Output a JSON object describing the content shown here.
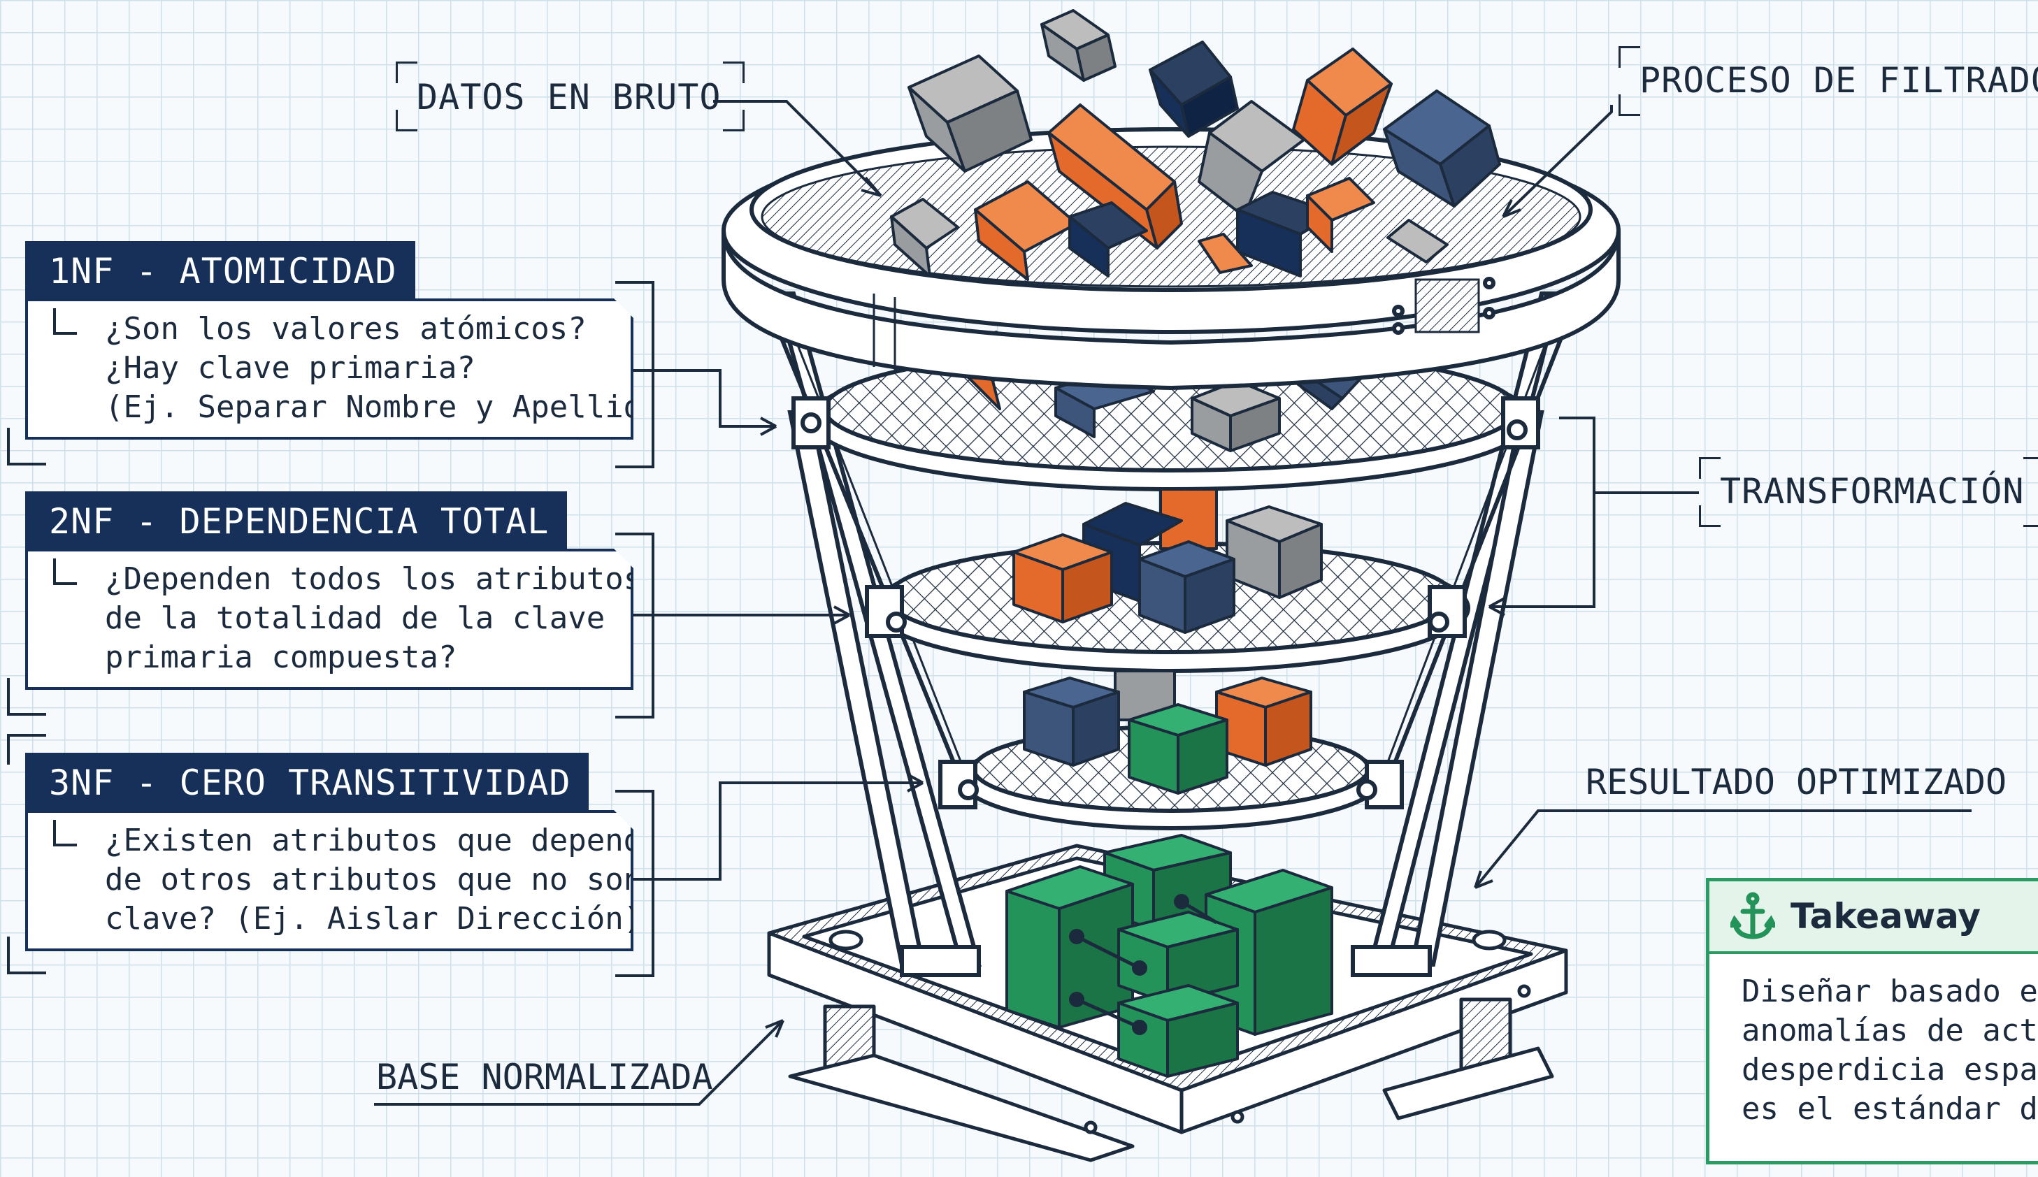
{
  "labels": {
    "raw_data": "DATOS EN BRUTO",
    "filtering": "PROCESO DE FILTRADO",
    "transformation": "TRANSFORMACIÓN",
    "optimized": "RESULTADO OPTIMIZADO",
    "base": "BASE NORMALIZADA"
  },
  "forms": [
    {
      "title": "1NF - ATOMICIDAD",
      "lines": [
        "¿Son los valores atómicos?",
        "¿Hay clave primaria?",
        "(Ej. Separar Nombre y Apellido)."
      ]
    },
    {
      "title": "2NF - DEPENDENCIA TOTAL",
      "lines": [
        "¿Dependen todos los atributos",
        "de la totalidad de la clave",
        "primaria compuesta?"
      ]
    },
    {
      "title": "3NF - CERO TRANSITIVIDAD",
      "lines": [
        "¿Existen atributos que dependen",
        "de otros atributos que no son",
        "clave? (Ej. Aislar Dirección)."
      ]
    }
  ],
  "takeaway": {
    "title": "Takeaway",
    "icon": "anchor-icon",
    "lines": [
      "Diseñar basado en l",
      "anomalías de actual",
      "desperdicia espacio",
      "es el estándar de i"
    ]
  },
  "colors": {
    "navy": "#16305a",
    "orange": "#e36a2b",
    "gray": "#9a9d9f",
    "slate": "#3d557a",
    "green": "#23935a",
    "ink": "#1b2a3d"
  }
}
